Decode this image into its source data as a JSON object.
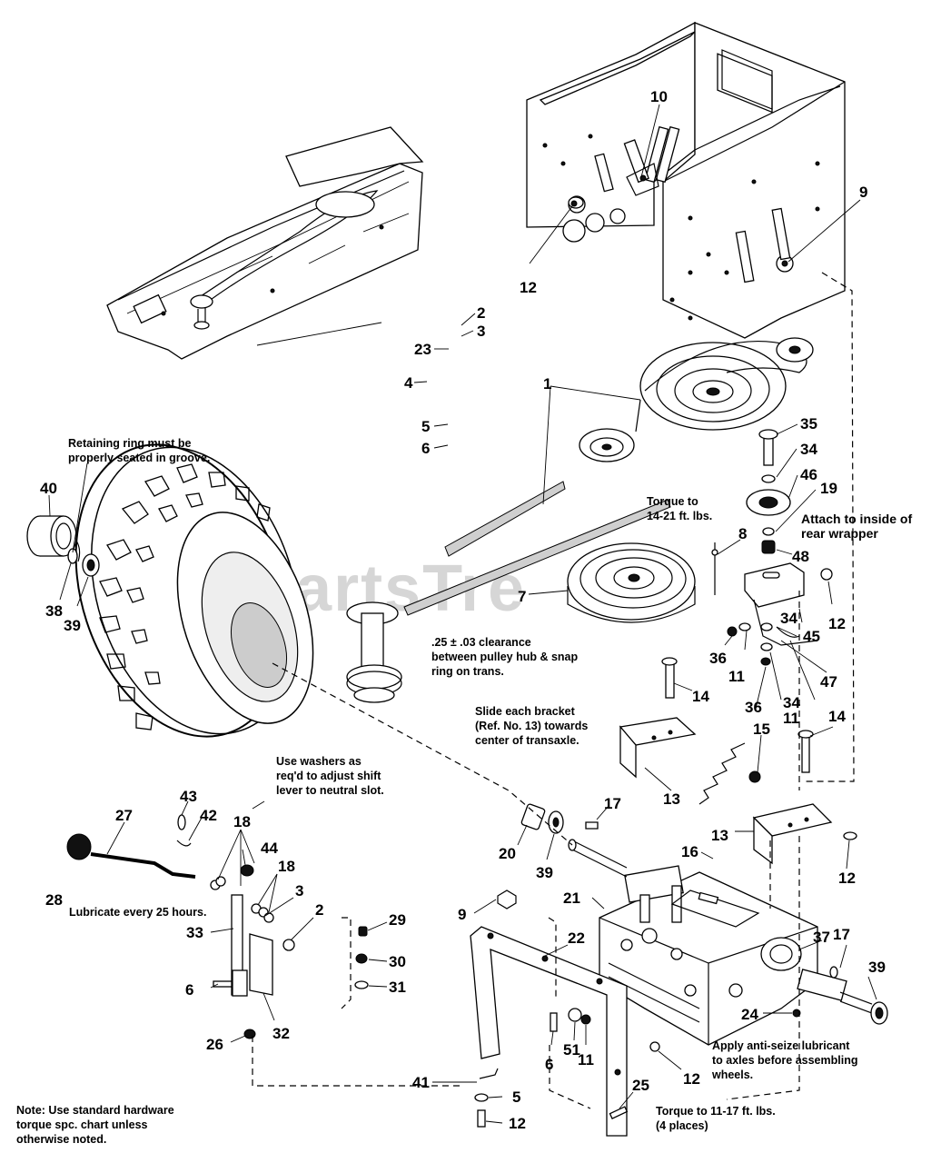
{
  "watermark": "PartsTre",
  "callouts": [
    {
      "id": "c1",
      "text": "1"
    },
    {
      "id": "c2a",
      "text": "2"
    },
    {
      "id": "c3a",
      "text": "3"
    },
    {
      "id": "c23",
      "text": "23"
    },
    {
      "id": "c4",
      "text": "4"
    },
    {
      "id": "c5a",
      "text": "5"
    },
    {
      "id": "c6a",
      "text": "6"
    },
    {
      "id": "c10",
      "text": "10"
    },
    {
      "id": "c12a",
      "text": "12"
    },
    {
      "id": "c9a",
      "text": "9"
    },
    {
      "id": "c35",
      "text": "35"
    },
    {
      "id": "c34a",
      "text": "34"
    },
    {
      "id": "c46",
      "text": "46"
    },
    {
      "id": "c19",
      "text": "19"
    },
    {
      "id": "c48",
      "text": "48"
    },
    {
      "id": "c8",
      "text": "8"
    },
    {
      "id": "c7",
      "text": "7"
    },
    {
      "id": "c12b",
      "text": "12"
    },
    {
      "id": "c34b",
      "text": "34"
    },
    {
      "id": "c45",
      "text": "45"
    },
    {
      "id": "c36a",
      "text": "36"
    },
    {
      "id": "c11a",
      "text": "11"
    },
    {
      "id": "c47",
      "text": "47"
    },
    {
      "id": "c14a",
      "text": "14"
    },
    {
      "id": "c36b",
      "text": "36"
    },
    {
      "id": "c34c",
      "text": "34"
    },
    {
      "id": "c11b",
      "text": "11"
    },
    {
      "id": "c15",
      "text": "15"
    },
    {
      "id": "c14b",
      "text": "14"
    },
    {
      "id": "c40",
      "text": "40"
    },
    {
      "id": "c38",
      "text": "38"
    },
    {
      "id": "c39a",
      "text": "39"
    },
    {
      "id": "c13a",
      "text": "13"
    },
    {
      "id": "c13b",
      "text": "13"
    },
    {
      "id": "c12c",
      "text": "12"
    },
    {
      "id": "c17a",
      "text": "17"
    },
    {
      "id": "c20",
      "text": "20"
    },
    {
      "id": "c39b",
      "text": "39"
    },
    {
      "id": "c16",
      "text": "16"
    },
    {
      "id": "c43",
      "text": "43"
    },
    {
      "id": "c42",
      "text": "42"
    },
    {
      "id": "c27",
      "text": "27"
    },
    {
      "id": "c28",
      "text": "28"
    },
    {
      "id": "c18a",
      "text": "18"
    },
    {
      "id": "c44",
      "text": "44"
    },
    {
      "id": "c18b",
      "text": "18"
    },
    {
      "id": "c3b",
      "text": "3"
    },
    {
      "id": "c2b",
      "text": "2"
    },
    {
      "id": "c33",
      "text": "33"
    },
    {
      "id": "c6b",
      "text": "6"
    },
    {
      "id": "c32",
      "text": "32"
    },
    {
      "id": "c26",
      "text": "26"
    },
    {
      "id": "c29",
      "text": "29"
    },
    {
      "id": "c30",
      "text": "30"
    },
    {
      "id": "c31",
      "text": "31"
    },
    {
      "id": "c9b",
      "text": "9"
    },
    {
      "id": "c22",
      "text": "22"
    },
    {
      "id": "c21",
      "text": "21"
    },
    {
      "id": "c37",
      "text": "37"
    },
    {
      "id": "c17b",
      "text": "17"
    },
    {
      "id": "c39c",
      "text": "39"
    },
    {
      "id": "c24",
      "text": "24"
    },
    {
      "id": "c6c",
      "text": "6"
    },
    {
      "id": "c51",
      "text": "51"
    },
    {
      "id": "c11c",
      "text": "11"
    },
    {
      "id": "c12d",
      "text": "12"
    },
    {
      "id": "c41",
      "text": "41"
    },
    {
      "id": "c5b",
      "text": "5"
    },
    {
      "id": "c12e",
      "text": "12"
    },
    {
      "id": "c25",
      "text": "25"
    }
  ],
  "notes": {
    "retaining_ring": [
      "Retaining ring must be",
      "properly seated in groove."
    ],
    "torque_14_21": [
      "Torque to",
      "14-21 ft. lbs."
    ],
    "attach_inside": [
      "Attach to inside of",
      "rear wrapper"
    ],
    "clearance": [
      ".25 ± .03 clearance",
      "between pulley hub & snap",
      "ring on trans."
    ],
    "slide_bracket": [
      "Slide each bracket",
      "(Ref. No. 13) towards",
      "center of transaxle."
    ],
    "use_washers": [
      "Use washers  as",
      "req'd to adjust shift",
      "lever to neutral slot."
    ],
    "lubricate": [
      "Lubricate every 25 hours."
    ],
    "anti_seize": [
      "Apply anti-seize lubricant",
      "to axles before assembling",
      "wheels."
    ],
    "torque_11_17": [
      "Torque to 11-17 ft. lbs.",
      "(4 places)"
    ],
    "hardware_note": [
      "Note: Use standard hardware",
      "torque spc. chart unless",
      "otherwise noted."
    ]
  }
}
